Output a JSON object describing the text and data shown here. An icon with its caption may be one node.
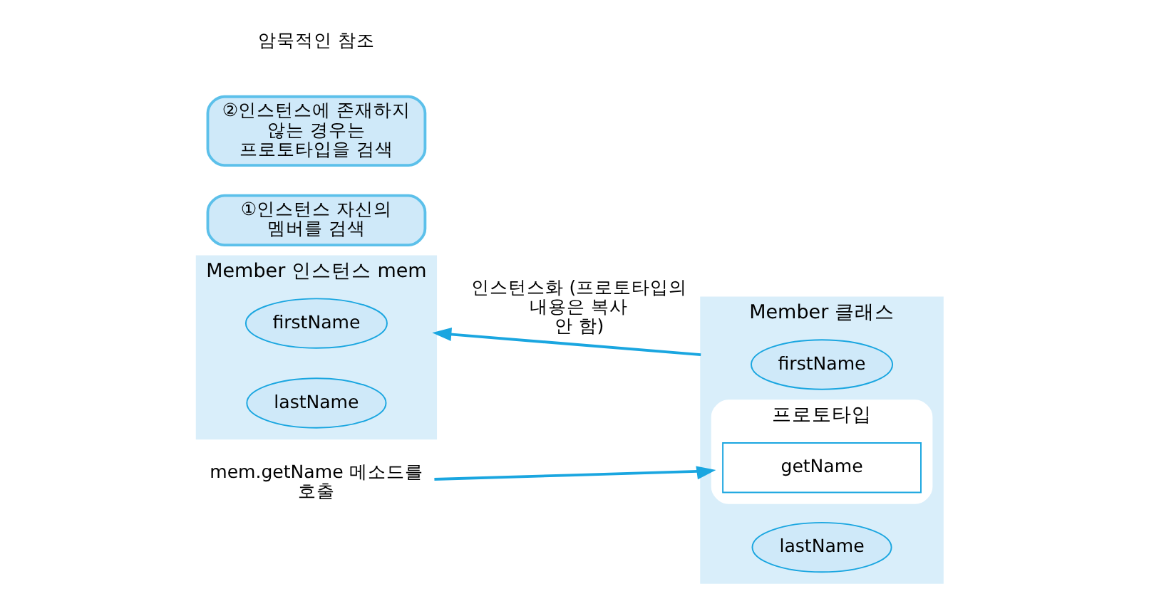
{
  "diagram": {
    "nodes": [
      {
        "text": [
          "Member 인스턴스 mem"
        ]
      },
      {
        "text": [
          "firstName"
        ],
        "in": 0
      },
      {
        "text": [
          "lastName"
        ],
        "in": 0
      },
      {
        "text": [
          "Member 클래스"
        ]
      },
      {
        "text": [
          "firstName"
        ],
        "in": 3
      },
      {
        "text": [
          "lastName"
        ],
        "in": 3
      },
      {
        "text": [
          "프로토타입"
        ],
        "in": 3
      },
      {
        "text": [
          "getName"
        ],
        "in": 6
      },
      {
        "text": [
          "mem.getName 메소드를 호출"
        ]
      },
      {
        "text": [
          "①인스턴스 자신의 멤버를 검색"
        ]
      },
      {
        "text": [
          "②인스턴스에 존재하지 않는 경우는 프로토타입을 검색"
        ]
      }
    ],
    "edges": [
      {
        "from": 3,
        "to": 0,
        "arrow": "to",
        "label": "인스턴스화 (프로토타입의 내용은 복사 안 함)"
      },
      {
        "from": 8,
        "to": 6,
        "arrow": "to"
      }
    ],
    "labels": [
      "암묵적인 참조"
    ]
  }
}
